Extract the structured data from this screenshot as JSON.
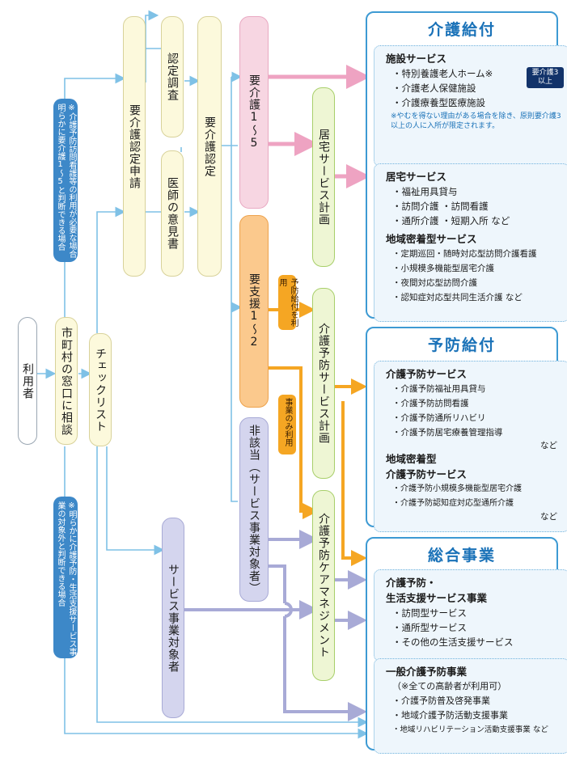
{
  "nodes": {
    "user": "利用者",
    "consult": "市町村の窓口に相談",
    "checklist": "チェックリスト",
    "apply": "要介護認定申請",
    "investigation": "認定調査",
    "doctor": "医師の意見書",
    "certification": "要介護認定",
    "care_level": "要介護1～5",
    "support_level": "要支援1～2",
    "not_applicable": "非該当（サービス事業対象者）",
    "service_target": "サービス事業対象者",
    "home_plan": "居宅サービス計画",
    "prevention_plan": "介護予防サービス計画",
    "prevention_care": "介護予防ケアマネジメント"
  },
  "notes": {
    "top": "※介護予防訪問看護等の利用が必要な場合 明らかに要介護1～5と判断できる場合",
    "bottom": "※明らかに介護予防・生活支援サービス事業の対象外と判断できる場合"
  },
  "tags": {
    "prevention_use": "予防給付を利用",
    "project_only": "事業のみ利用"
  },
  "panels": {
    "care": {
      "title": "介護給付",
      "facility": {
        "heading": "施設サービス",
        "items": [
          "・特別養護老人ホーム※",
          "・介護老人保健施設",
          "・介護療養型医療施設"
        ],
        "badge": "要介護3以上",
        "note": "※やむを得ない理由がある場合を除き、原則要介護3以上の人に入所が限定されます。"
      },
      "home": {
        "heading": "居宅サービス",
        "items": [
          "・福祉用具貸与",
          "・訪問介護 ・訪問看護",
          "・通所介護 ・短期入所 など"
        ],
        "heading2": "地域密着型サービス",
        "items2": [
          "・定期巡回・随時対応型訪問介護看護",
          "・小規模多機能型居宅介護",
          "・夜間対応型訪問介護",
          "・認知症対応型共同生活介護 など"
        ]
      }
    },
    "prevention": {
      "title": "予防給付",
      "heading": "介護予防サービス",
      "items": [
        "・介護予防福祉用具貸与",
        "・介護予防訪問看護",
        "・介護予防通所リハビリ",
        "・介護予防居宅療養管理指導"
      ],
      "etc": "など",
      "heading2a": "地域密着型",
      "heading2b": "介護予防サービス",
      "items2": [
        "・介護予防小規模多機能型居宅介護",
        "・介護予防認知症対応型通所介護"
      ],
      "etc2": "など"
    },
    "general": {
      "title": "総合事業",
      "living": {
        "heading_a": "介護予防・",
        "heading_b": "生活支援サービス事業",
        "items": [
          "・訪問型サービス",
          "・通所型サービス",
          "・その他の生活支援サービス"
        ]
      },
      "general_prevention": {
        "heading": "一般介護予防事業",
        "sub": "（※全ての高齢者が利用可）",
        "items": [
          "・介護予防普及啓発事業",
          "・地域介護予防活動支援事業",
          "・地域リハビリテーション活動支援事業 など"
        ]
      }
    }
  },
  "colors": {
    "blue_line": "#7fc1e6",
    "pink_arrow": "#eea3c2",
    "orange_arrow": "#f5a623",
    "lav_arrow": "#a8aad6"
  }
}
